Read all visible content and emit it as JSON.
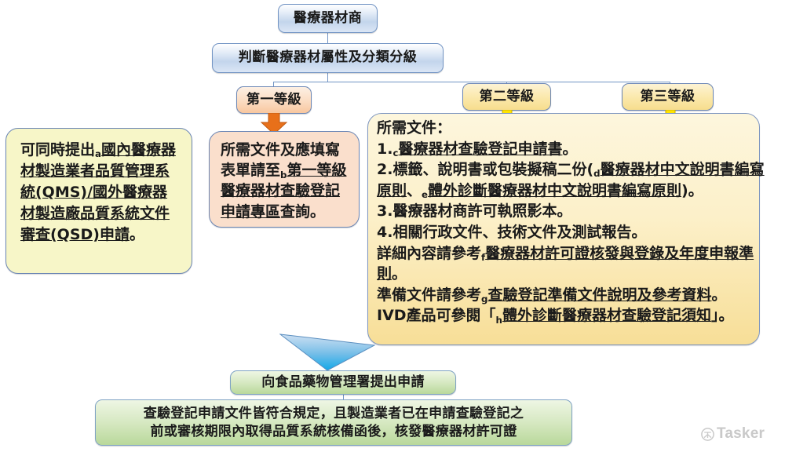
{
  "diagram": {
    "title_node": "醫療器材商",
    "classify_node": "判斷醫療器材屬性及分類分級",
    "class1_label": "第一等級",
    "class2_label": "第二等級",
    "class3_label": "第三等級",
    "qms_note": {
      "line_prefix": "可同時提出",
      "ref": "a",
      "link_text": "國內醫療器材製造業者品質管理系統(QMS)/國外醫療器材製造廠品質系統文件審查(QSD)申請",
      "suffix": "。"
    },
    "class1_note": {
      "prefix": "所需文件及應填寫表單請至",
      "ref": "b",
      "link_text": "第一等級醫療器材查驗登記申請專區",
      "suffix": "查詢。"
    },
    "docs_note": {
      "heading": "所需文件：",
      "item1_num": "1.",
      "item1_ref": "c",
      "item1_link": "醫療器材查驗登記申請書",
      "item1_suffix": "。",
      "item2_num": "2.",
      "item2_text_a": "標籤、說明書或包裝擬稿二份(",
      "item2_ref_d": "d",
      "item2_link_d": "醫療器材中文說明書編寫原則",
      "item2_mid": "、",
      "item2_ref_e": "e",
      "item2_link_e": "體外診斷醫療器材中文說明書編寫原則",
      "item2_suffix": ")。",
      "item3": "3.醫療器材商許可執照影本。",
      "item4": "4.相關行政文件、技術文件及測試報告。",
      "detail_prefix": "詳細內容請參考",
      "detail_ref": "f",
      "detail_link": "醫療器材許可證核發與登錄及年度申報準則",
      "detail_suffix": "。",
      "prep_prefix": "準備文件請參考",
      "prep_ref": "g",
      "prep_link": "查驗登記準備文件說明及參考資料",
      "prep_suffix": "。",
      "ivd_prefix": "IVD產品可參閱「",
      "ivd_ref": "h",
      "ivd_link": "體外診斷醫療器材查驗登記須知",
      "ivd_suffix": "」。"
    },
    "submit_node": "向食品藥物管理署提出申請",
    "result_node_line1": "查驗登記申請文件皆符合規定，且製造業者已在申請查驗登記之",
    "result_node_line2": "前或審核期限內取得品質系統核備函後，核發醫療器材許可證"
  },
  "watermark": {
    "label": "Tasker"
  },
  "colors": {
    "blue_border": "#7294c4",
    "blue_fill": "#c3d5ec",
    "peach_fill": "#f8c79f",
    "amber_fill": "#f7dd8d",
    "green_fill": "#b9d89b",
    "note_yellow": "#f7f6c8",
    "note_pink": "#fadfcc",
    "note_orange": "#f7de97",
    "orange_arrow": "#e8701a",
    "yellow_arrow": "#ffe400",
    "blue_arrow": "#29abe2"
  }
}
